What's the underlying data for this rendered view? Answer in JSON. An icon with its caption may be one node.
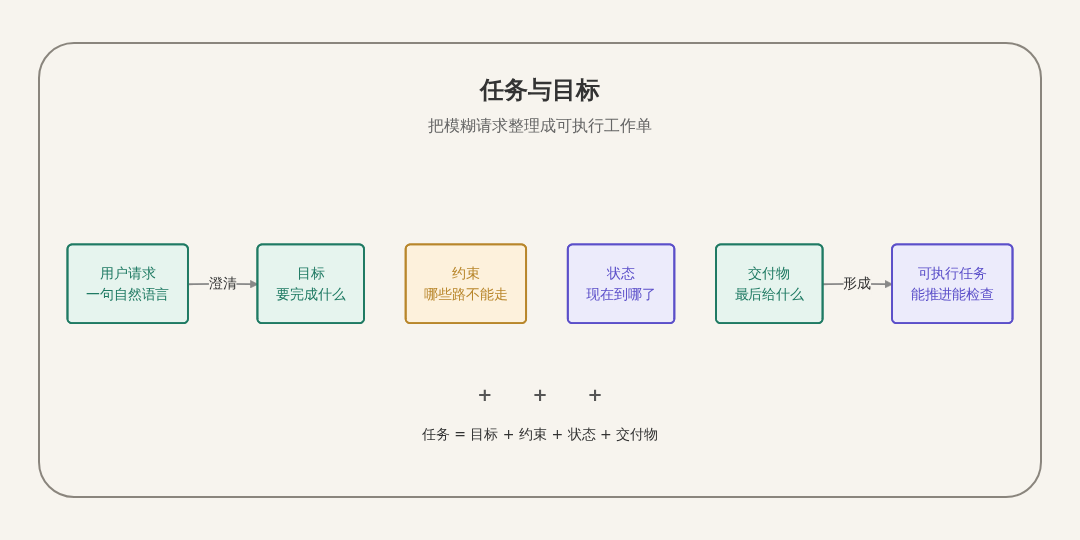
{
  "diagram": {
    "title": "任务与目标",
    "nodes": [
      {
        "text": [
          "用户请求",
          "一句自然语言"
        ]
      },
      {
        "text": [
          "目标",
          "要完成什么"
        ]
      },
      {
        "text": [
          "约束",
          "哪些路不能走"
        ]
      },
      {
        "text": [
          "状态",
          "现在到哪了"
        ]
      },
      {
        "text": [
          "交付物",
          "最后给什么"
        ]
      },
      {
        "text": [
          "可执行任务",
          "能推进能检查"
        ]
      }
    ],
    "edges": [
      {
        "from": 0,
        "to": 1,
        "arrow": "to",
        "label": "澄清"
      },
      {
        "from": 4,
        "to": 5,
        "arrow": "to",
        "label": "形成"
      }
    ],
    "labels": [
      "把模糊请求整理成可执行工作单",
      "+",
      "+",
      "+",
      "任务 = 目标 + 约束 + 状态 + 交付物"
    ]
  }
}
